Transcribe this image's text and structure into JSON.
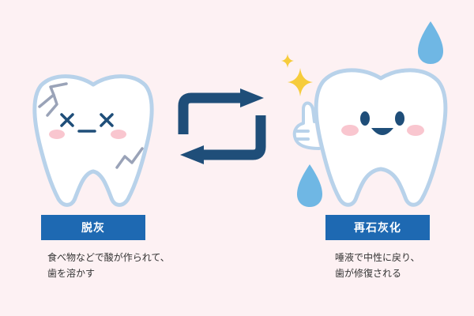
{
  "colors": {
    "background": "#fdf1f3",
    "tooth_fill": "#ffffff",
    "tooth_outline": "#b8d2ea",
    "arrow": "#1f4e79",
    "label_bg": "#1e69b2",
    "face": "#1f4e79",
    "cheek": "#f9c6cf",
    "crack": "#9aa3b8",
    "drop": "#6fb7e4",
    "sparkle": "#f6cc3c"
  },
  "left": {
    "label": "脱灰",
    "desc_line1": "食べ物などで酸が作られて、",
    "desc_line2": "歯を溶かす",
    "icons": [
      "sad-tooth-icon",
      "crack-icon"
    ]
  },
  "right": {
    "label": "再石灰化",
    "desc_line1": "唾液で中性に戻り、",
    "desc_line2": "歯が修復される",
    "icons": [
      "happy-tooth-icon",
      "thumbs-up-icon",
      "water-drop-icon",
      "sparkle-icon"
    ]
  },
  "center": {
    "icons": [
      "cycle-arrows-icon"
    ]
  }
}
